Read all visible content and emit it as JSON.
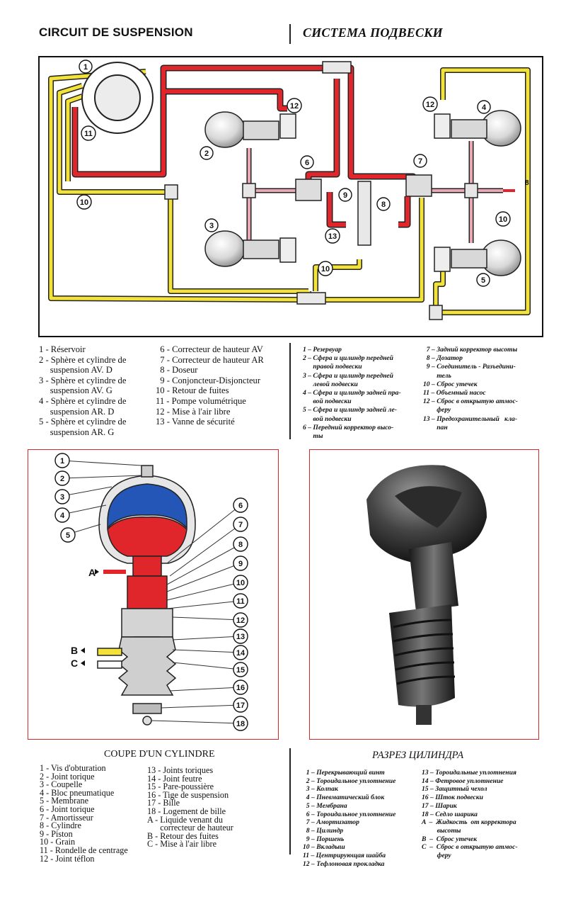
{
  "header": {
    "title_fr": "CIRCUIT DE SUSPENSION",
    "title_ru": "СИСТЕМА ПОДВЕСКИ"
  },
  "circuit": {
    "callouts": [
      "1",
      "2",
      "3",
      "4",
      "5",
      "6",
      "7",
      "8",
      "9",
      "10",
      "11",
      "12",
      "13"
    ],
    "colors": {
      "pressure": "#e0262a",
      "return": "#f2e23a",
      "feed": "#e8a8b4",
      "metal": "#bfbfbf"
    },
    "legend_fr_col1": [
      "1 - Réservoir",
      "2 - Sphère et cylindre de",
      "     suspension AV. D",
      "3 - Sphère et cylindre de",
      "     suspension AV. G",
      "4 - Sphère et cylindre de",
      "     suspension AR. D",
      "5 - Sphère et cylindre de",
      "     suspension AR. G"
    ],
    "legend_fr_col2": [
      "  6 - Correcteur de hauteur AV",
      "  7 - Correcteur de hauteur AR",
      "  8 - Doseur",
      "  9 - Conjoncteur-Disjoncteur",
      "10 - Retour de fuites",
      "11 - Pompe volumétrique",
      "12 - Mise à l'air libre",
      "13 - Vanne de sécurité"
    ],
    "legend_ru_col1": [
      "1 – Резервуар",
      "2 – Сфера и цилиндр передней",
      "      правой подвески",
      "3 – Сфера и цилиндр передней",
      "      левой подвески",
      "4 – Сфера и цилиндр задней пра-",
      "      вой подвески",
      "5 – Сфера и цилиндр задней ле-",
      "      вой подвески",
      "6 – Передний корректор высо-",
      "      ты"
    ],
    "legend_ru_col2": [
      "  7 – Задний корректор высоты",
      "  8 – Дозатор",
      "  9 – Соединитель - Разъедини-",
      "        тель",
      "10 – Сброс утечек",
      "11 – Объемный насос",
      "12 – Сброс в открытую атмос-",
      "        феру",
      "13 – Предохранительный   кла-",
      "        пан"
    ]
  },
  "cylinder": {
    "callouts": [
      "1",
      "2",
      "3",
      "4",
      "5",
      "6",
      "7",
      "8",
      "9",
      "10",
      "11",
      "12",
      "13",
      "14",
      "15",
      "16",
      "17",
      "18"
    ],
    "ports": [
      "A",
      "B",
      "C"
    ],
    "subtitle_fr": "COUPE D'UN CYLINDRE",
    "subtitle_ru": "РАЗРЕЗ ЦИЛИНДРА",
    "legend_fr_col1": [
      "1 - Vis d'obturation",
      "2 - Joint torique",
      "3 - Coupelle",
      "4 - Bloc pneumatique",
      "5 - Membrane",
      "6 - Joint torique",
      "7 - Amortisseur",
      "8 - Cylindre",
      "9 - Piston",
      "10 - Grain",
      "11 - Rondelle de centrage",
      "12 - Joint téflon"
    ],
    "legend_fr_col2": [
      "13 - Joints toriques",
      "14 - Joint feutre",
      "15 - Pare-poussière",
      "16 - Tige de suspension",
      "17 - Bille",
      "18 - Logement de bille",
      "",
      "A - Liquide venant du",
      "      correcteur de hauteur",
      "B - Retour des fuites",
      "C - Mise à l'air libre"
    ],
    "legend_ru_col1": [
      "  1 – Перекрывающий винт",
      "  2 – Тороидальное уплотнение",
      "  3 – Колпак",
      "  4 – Пневматический блок",
      "  5 – Мембрана",
      "  6 – Тороидальное уплотнение",
      "  7 – Амортизатор",
      "  8 – Цилиндр",
      "  9 – Поршень",
      "10 – Вкладыш",
      "11 – Центрирующая шайба",
      "12 – Тефлоновая прокладка"
    ],
    "legend_ru_col2": [
      "13 – Тороидальные уплотнения",
      "14 – Фетровое уплотнение",
      "15 – Защитный чехол",
      "16 – Шток подвески",
      "17 – Шарик",
      "18 – Седло шарика",
      "A  –  Жидкость  от корректора",
      "         высоты",
      "B  –  Сброс утечек",
      "C  –  Сброс в открытую атмос-",
      "         феру"
    ]
  }
}
